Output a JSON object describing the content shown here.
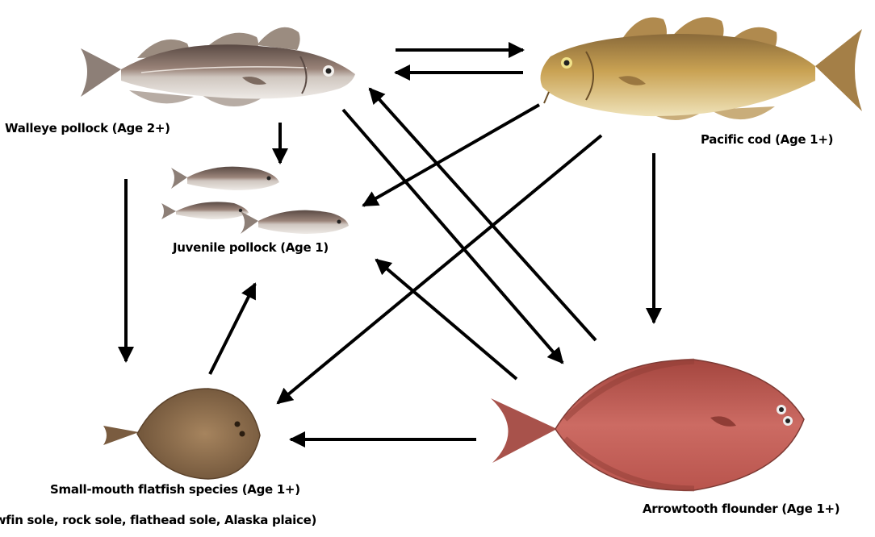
{
  "nodes": {
    "walleye_pollock": {
      "label": "Walleye pollock (Age 2+)"
    },
    "pacific_cod": {
      "label": "Pacific cod (Age 1+)"
    },
    "juvenile_pollock": {
      "label": "Juvenile pollock (Age 1)"
    },
    "small_mouth_flatfish": {
      "label": "Small-mouth flatfish species (Age 1+)",
      "species_list": "(yellowfin sole, rock sole, flathead sole, Alaska plaice)"
    },
    "arrowtooth_flounder": {
      "label": "Arrowtooth flounder (Age 1+)"
    }
  },
  "colors": {
    "arrow": "#000000",
    "pollock_body": "#8a7468",
    "cod_body": "#c9a253",
    "flatfish_body": "#8d6e4d",
    "arrowtooth_body": "#c0605a"
  },
  "edges": [
    {
      "from": "walleye_pollock",
      "to": "pacific_cod"
    },
    {
      "from": "pacific_cod",
      "to": "walleye_pollock"
    },
    {
      "from": "walleye_pollock",
      "to": "juvenile_pollock"
    },
    {
      "from": "walleye_pollock",
      "to": "small_mouth_flatfish"
    },
    {
      "from": "walleye_pollock",
      "to": "arrowtooth_flounder"
    },
    {
      "from": "arrowtooth_flounder",
      "to": "walleye_pollock"
    },
    {
      "from": "pacific_cod",
      "to": "juvenile_pollock"
    },
    {
      "from": "pacific_cod",
      "to": "small_mouth_flatfish"
    },
    {
      "from": "pacific_cod",
      "to": "arrowtooth_flounder"
    },
    {
      "from": "arrowtooth_flounder",
      "to": "juvenile_pollock"
    },
    {
      "from": "arrowtooth_flounder",
      "to": "small_mouth_flatfish"
    },
    {
      "from": "small_mouth_flatfish",
      "to": "juvenile_pollock"
    }
  ]
}
